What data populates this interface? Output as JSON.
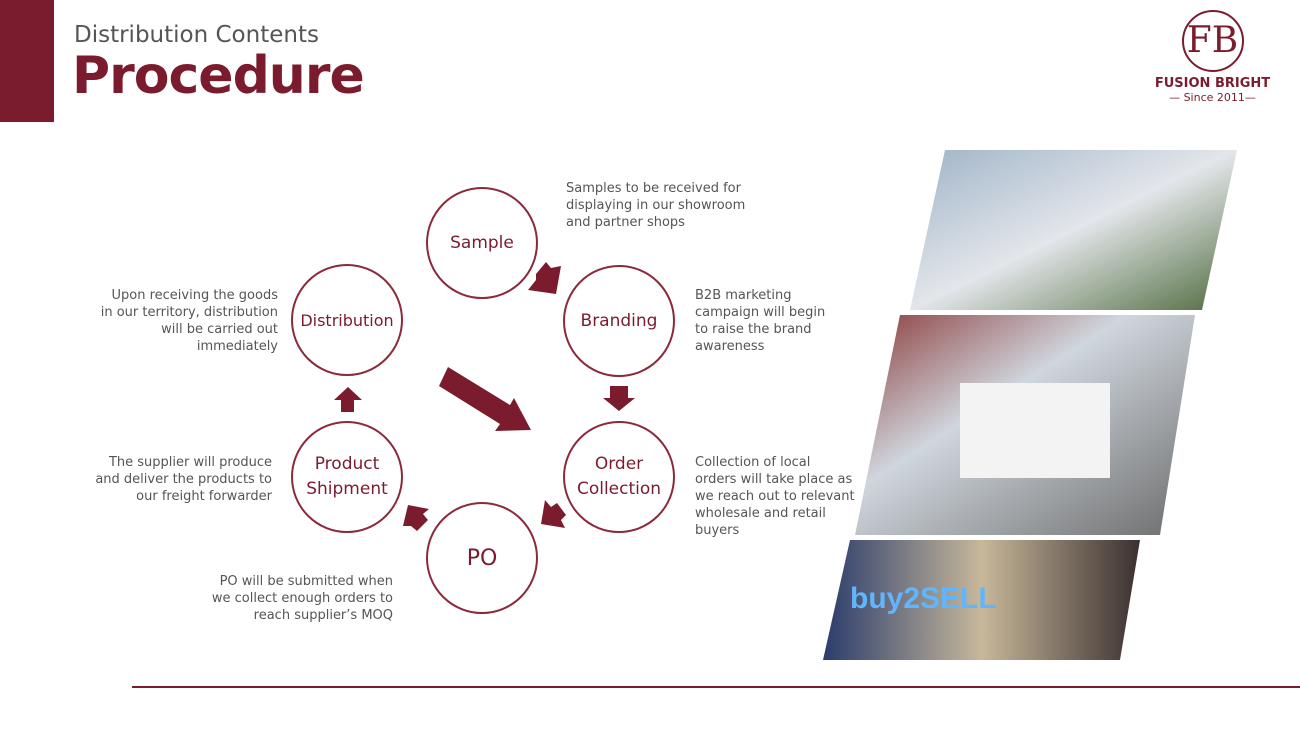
{
  "header": {
    "subtitle": "Distribution Contents",
    "title": "Procedure"
  },
  "logo": {
    "mark": "FB",
    "name": "FUSION BRIGHT",
    "since": "— Since 2011—"
  },
  "steps": [
    {
      "label": "Sample",
      "desc": "Samples to be received for displaying in our showroom and partner shops"
    },
    {
      "label": "Branding",
      "desc": "B2B marketing campaign will begin to raise the brand awareness"
    },
    {
      "label": "Order Collection",
      "desc": "Collection of local orders will take place as we reach out to relevant wholesale and retail buyers"
    },
    {
      "label": "PO",
      "desc": "PO will be submitted when we collect enough orders to reach supplier’s MOQ"
    },
    {
      "label": "Product Shipment",
      "desc": "The supplier will produce and deliver the products to our freight forwarder"
    },
    {
      "label": "Distribution",
      "desc": "Upon receiving the goods in our territory, distribution will be carried out immediately"
    }
  ],
  "colors": {
    "accent": "#7b1c2e"
  }
}
